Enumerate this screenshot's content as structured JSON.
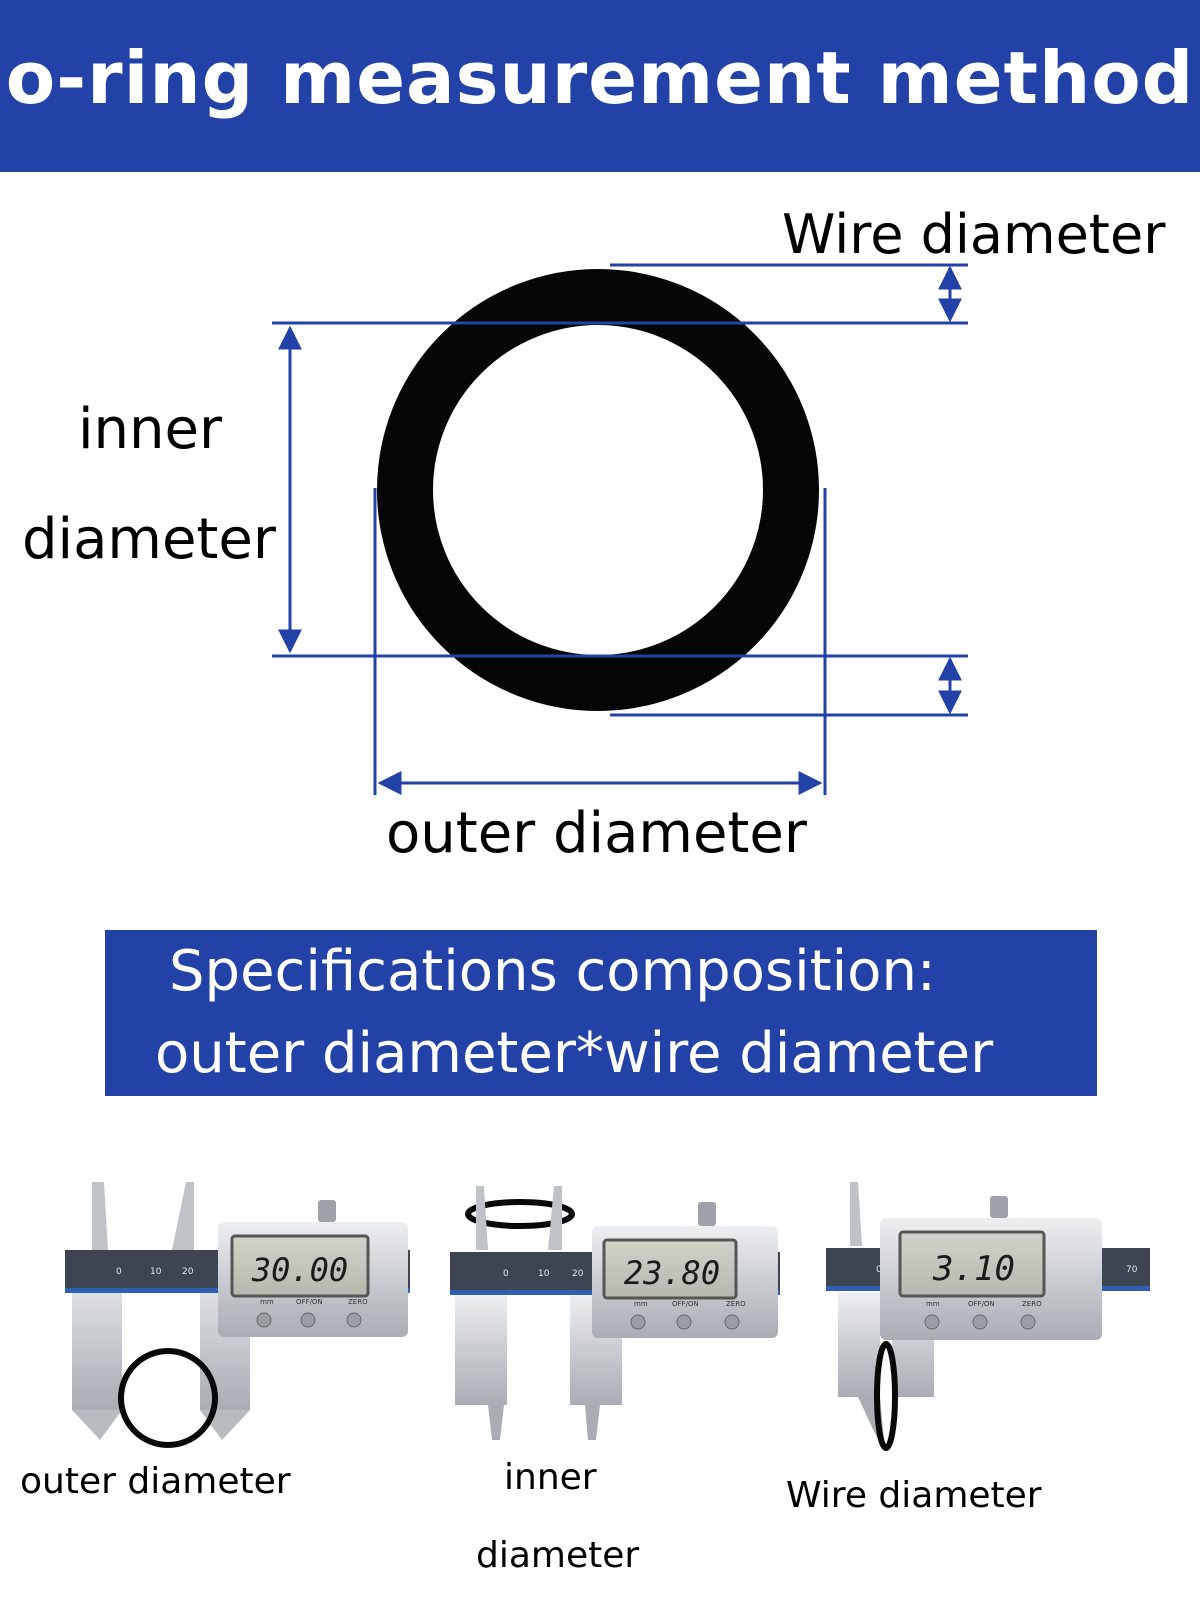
{
  "header": {
    "title": "o-ring measurement method"
  },
  "diagram": {
    "wire_diameter_label": "Wire diameter",
    "inner_label_line1": "inner",
    "inner_label_line2": "diameter",
    "outer_label": "outer diameter",
    "line_color": "#2342a8",
    "ring_color": "#050505"
  },
  "spec": {
    "line1": "Specifications composition:",
    "line2": "outer diameter*wire diameter"
  },
  "photos": [
    {
      "reading": "30.00",
      "caption_lines": [
        "outer diameter"
      ],
      "scale_ticks": [
        "0",
        "10",
        "20"
      ],
      "buttons": [
        "mm",
        "OFF/ON",
        "ZERO"
      ]
    },
    {
      "reading": "23.80",
      "caption_lines": [
        "inner",
        "diameter"
      ],
      "scale_ticks": [
        "0",
        "10",
        "20"
      ],
      "buttons": [
        "mm",
        "OFF/ON",
        "ZERO"
      ]
    },
    {
      "reading": "3.10",
      "caption_lines": [
        "Wire diameter"
      ],
      "scale_ticks": [
        "0",
        "70"
      ],
      "buttons": [
        "mm",
        "OFF/ON",
        "ZERO"
      ]
    }
  ]
}
